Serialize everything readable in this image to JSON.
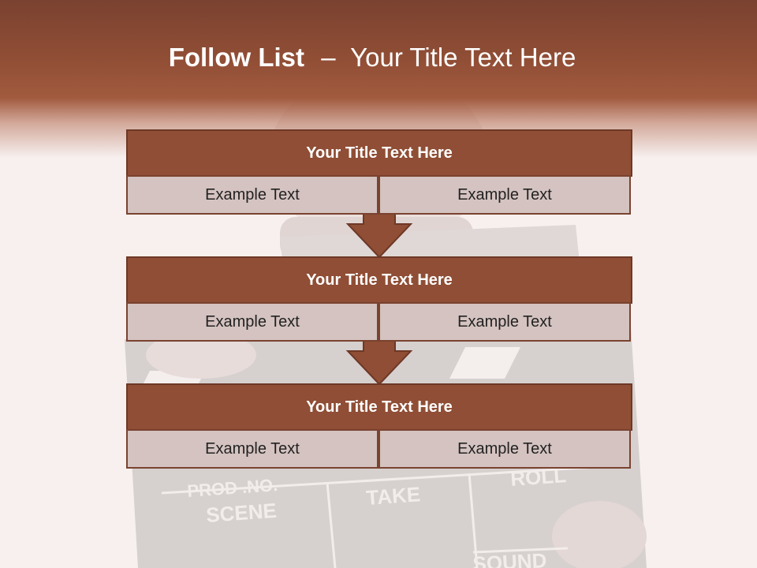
{
  "slide": {
    "title_bold": "Follow List",
    "title_separator": "–",
    "title_rest": "Your Title Text Here"
  },
  "blocks": [
    {
      "title": "Your Title Text Here",
      "left_text": "Example Text",
      "right_text": "Example Text"
    },
    {
      "title": "Your Title Text Here",
      "left_text": "Example Text",
      "right_text": "Example Text"
    },
    {
      "title": "Your Title Text Here",
      "left_text": "Example Text",
      "right_text": "Example Text"
    }
  ],
  "background": {
    "clapper_labels": [
      "PROD .NO.",
      "SCENE",
      "TAKE",
      "ROLL",
      "SOUND"
    ]
  },
  "colors": {
    "header": "#8f4d35",
    "block_title_fill": "#8f4e35",
    "cell_fill": "#d4c3c0",
    "border": "#6e3826"
  }
}
